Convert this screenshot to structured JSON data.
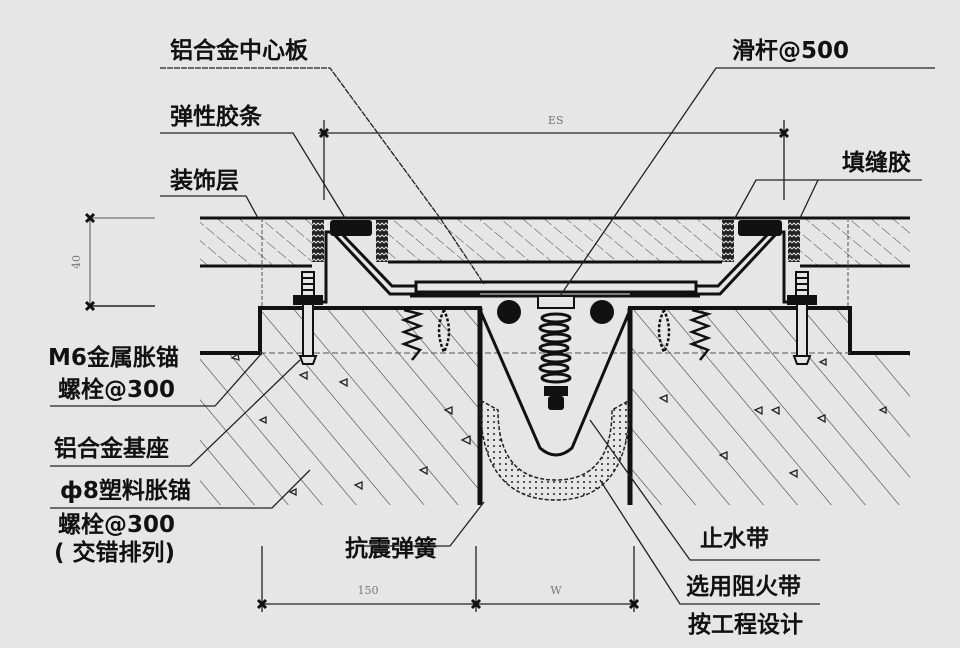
{
  "diagram": {
    "type": "section-detail",
    "subject": "expansion joint cover (cross-section)",
    "colors": {
      "background": "#e6e6e6",
      "ink": "#111111",
      "hatch": "#333333",
      "dim_text": "#777777"
    },
    "labels": {
      "center_plate": "铝合金中心板",
      "elastic_strip": "弹性胶条",
      "finish_layer": "装饰层",
      "slide_bar": "滑杆@500",
      "joint_sealant": "填缝胶",
      "m6_anchor_line1": "M6金属胀锚",
      "m6_anchor_line2": "螺栓@300",
      "base_seat": "铝合金基座",
      "plastic_anchor_line1": "ф8塑料胀锚",
      "plastic_anchor_line2": "螺栓@300",
      "plastic_anchor_line3": "( 交错排列)",
      "seismic_spring": "抗震弹簧",
      "waterstop": "止水带",
      "fire_barrier_line1": "选用阻火带",
      "fire_barrier_line2": "按工程设计"
    },
    "dimensions": {
      "top_width": "ES",
      "left_height": "40",
      "bottom_left": "150",
      "bottom_right": "W"
    }
  }
}
